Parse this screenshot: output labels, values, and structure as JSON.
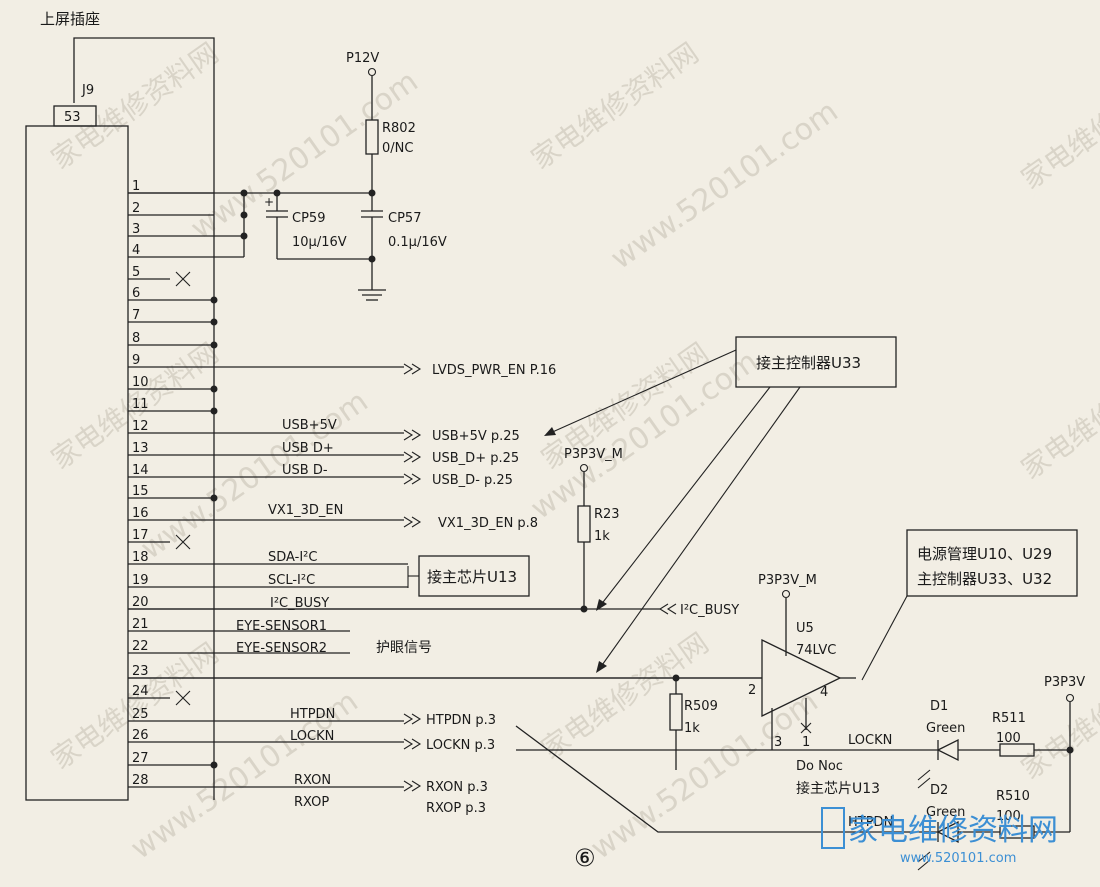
{
  "title": "上屏插座",
  "connector": {
    "ref": "J9",
    "pins": "53"
  },
  "power": {
    "p12v": "P12V",
    "r802": {
      "ref": "R802",
      "value": "0/NC"
    },
    "cp59": {
      "ref": "CP59",
      "value": "10μ/16V",
      "polarity": "+"
    },
    "cp57": {
      "ref": "CP57",
      "value": "0.1μ/16V"
    }
  },
  "pin_numbers": [
    "1",
    "2",
    "3",
    "4",
    "5",
    "6",
    "7",
    "8",
    "9",
    "10",
    "11",
    "12",
    "13",
    "14",
    "15",
    "16",
    "17",
    "18",
    "19",
    "20",
    "21",
    "22",
    "23",
    "24",
    "25",
    "26",
    "27",
    "28"
  ],
  "nets": {
    "usb5v": "USB+5V",
    "usbdp": "USB D+",
    "usbdm": "USB D-",
    "vx1": "VX1_3D_EN",
    "sda": "SDA-I²C",
    "scl": "SCL-I²C",
    "i2cbusy": "I²C_BUSY",
    "eye1": "EYE-SENSOR1",
    "eye2": "EYE-SENSOR2",
    "eye_note": "护眼信号",
    "htpdn": "HTPDN",
    "lockn": "LOCKN",
    "rxon": "RXON",
    "rxop": "RXOP"
  },
  "offpage": {
    "lvds": "LVDS_PWR_EN P.16",
    "usb5v": "USB+5V p.25",
    "usbdp": "USB_D+ p.25",
    "usbdm": "USB_D- p.25",
    "vx1": "VX1_3D_EN p.8",
    "i2cbusy": "I²C_BUSY",
    "htpdn": "HTPDN p.3",
    "lockn": "LOCKN p.3",
    "rxon": "RXON p.3",
    "rxop": "RXOP p.3"
  },
  "boxes": {
    "u33": "接主控制器U33",
    "u13": "接主芯片U13",
    "pm_line1": "电源管理U10、U29",
    "pm_line2": "主控制器U33、U32"
  },
  "p3p3v_m": "P3P3V_M",
  "p3p3v": "P3P3V",
  "r23": {
    "ref": "R23",
    "value": "1k"
  },
  "r509": {
    "ref": "R509",
    "value": "1k"
  },
  "u5": {
    "ref": "U5",
    "part": "74LVC",
    "pin2": "2",
    "pin3": "3",
    "pin4": "4",
    "pin1": "1"
  },
  "donoc": "Do Noc",
  "u13_note": "接主芯片U13",
  "d1": {
    "ref": "D1",
    "color": "Green"
  },
  "d2": {
    "ref": "D2",
    "color": "Green"
  },
  "r511": {
    "ref": "R511",
    "value": "100"
  },
  "r510": {
    "ref": "R510",
    "value": "100"
  },
  "lockn_right": "LOCKN",
  "htpdn_right": "HTPDN",
  "page_mark": "⑥",
  "watermark": {
    "text": "家电维修资料网",
    "url": "www.520101.com",
    "logo_text": "家电维修资料网",
    "logo_url": "www.520101.com"
  }
}
